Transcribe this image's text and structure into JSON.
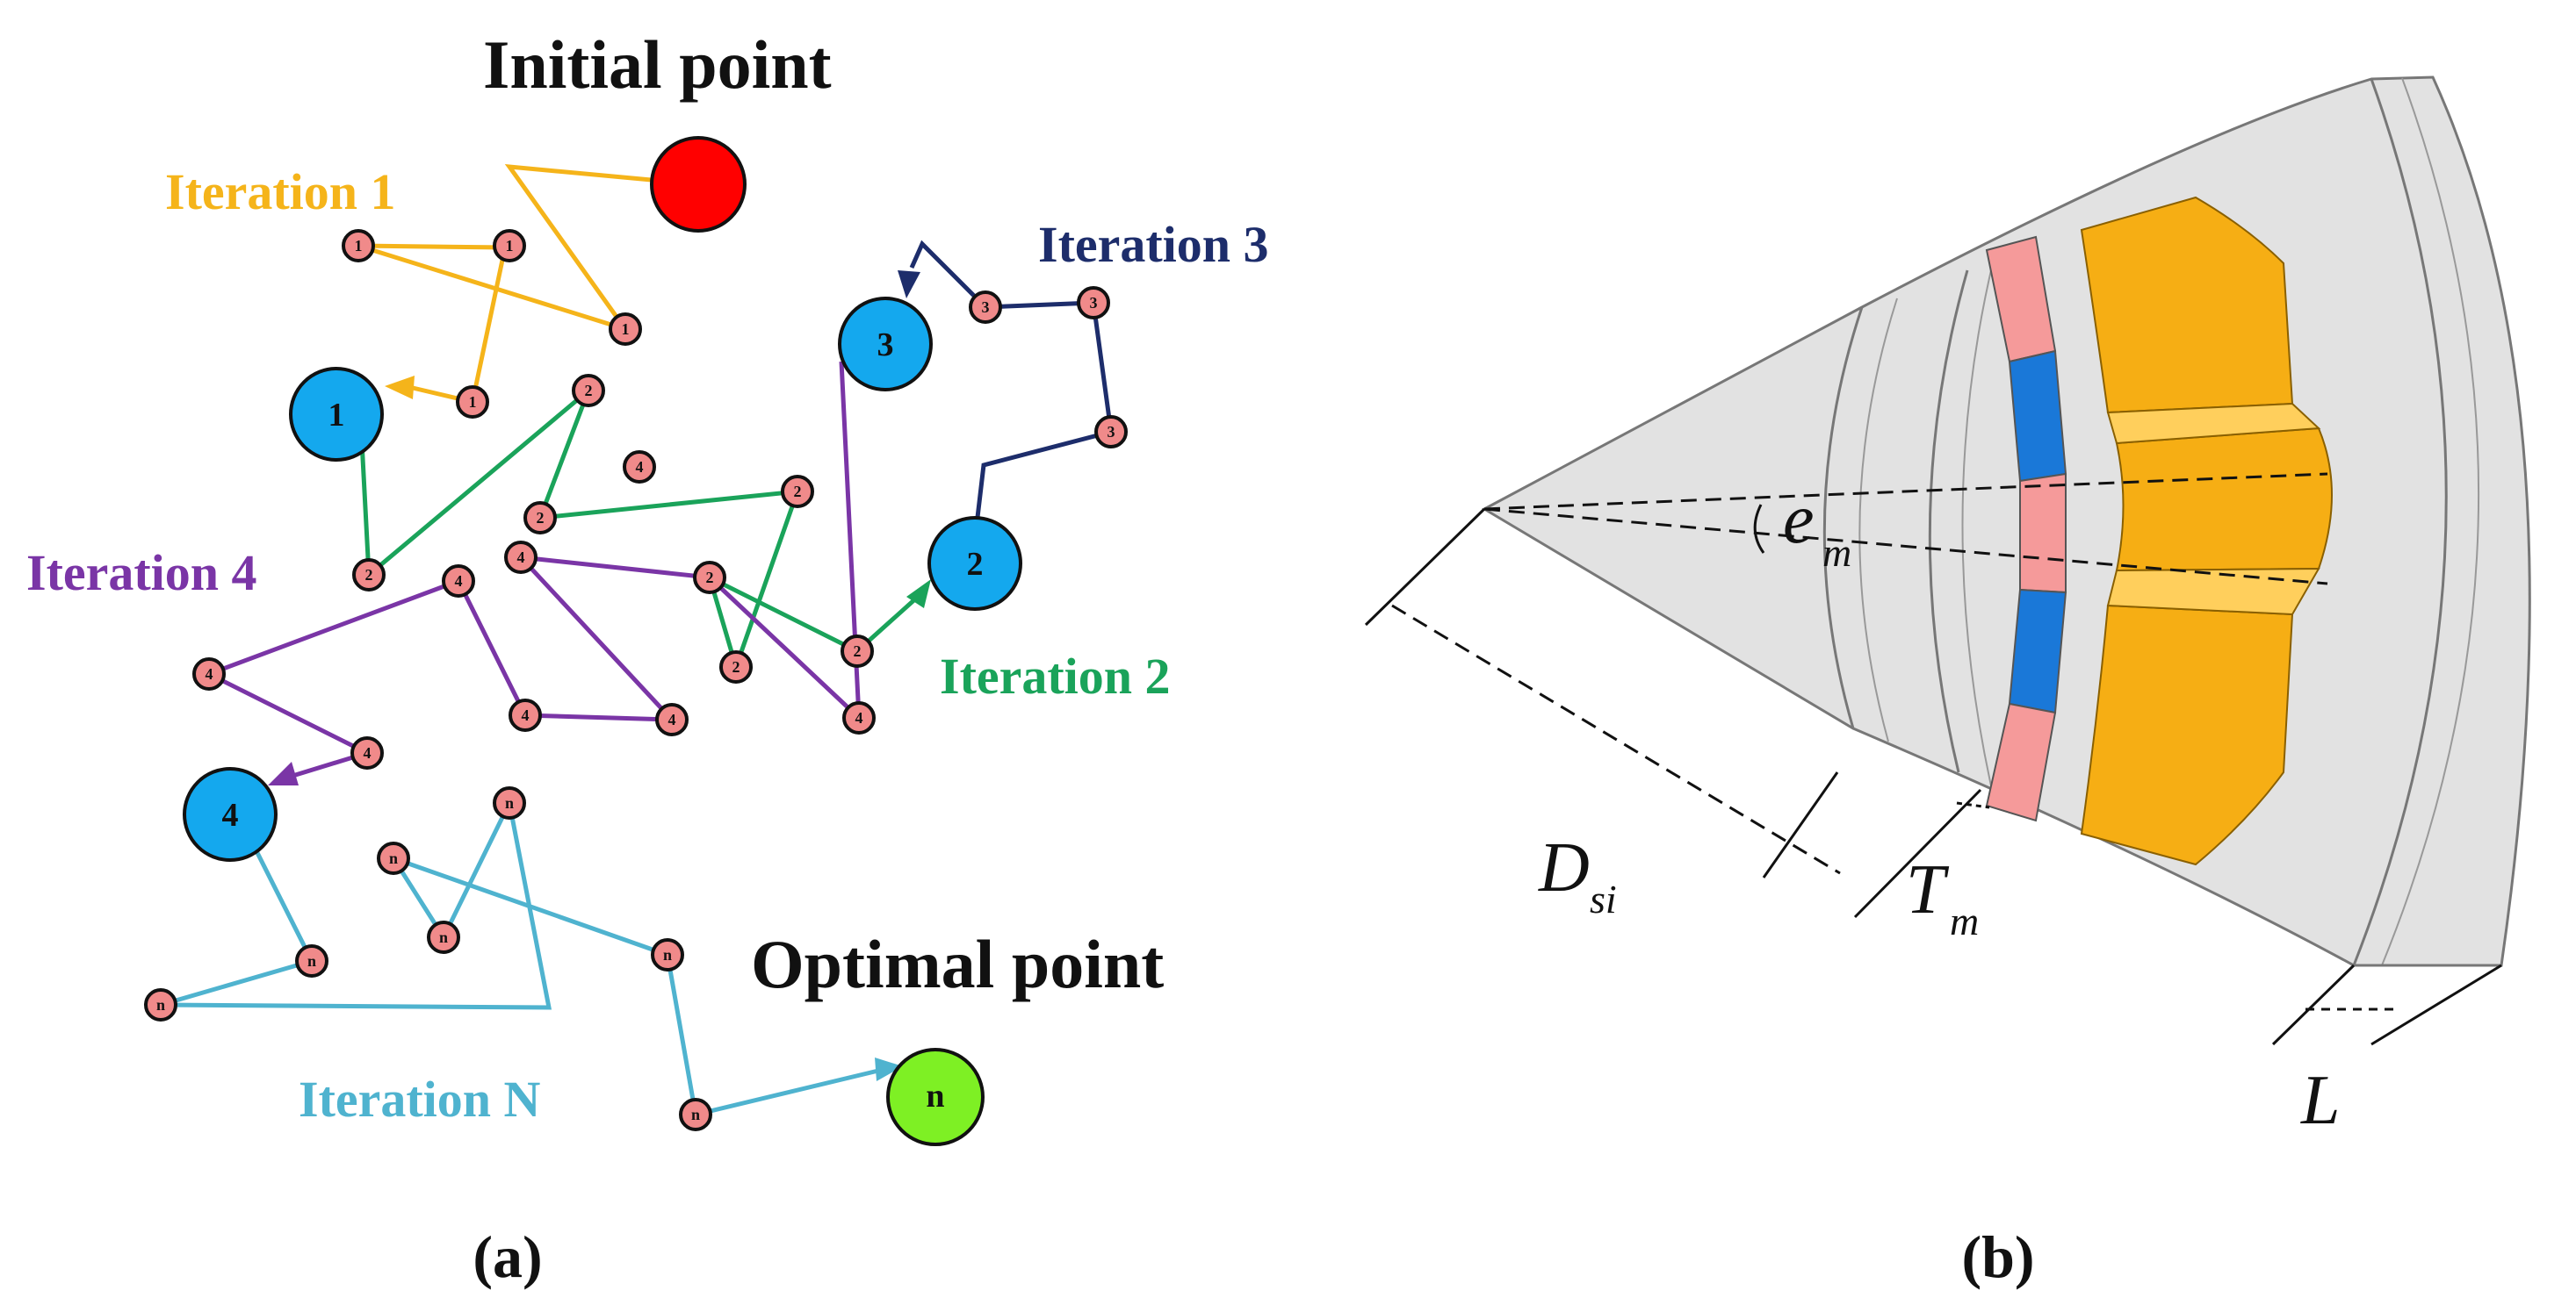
{
  "panel_a": {
    "initial_label": "Initial point",
    "optimal_label": "Optimal point",
    "caption": "(a)",
    "iterations": [
      {
        "label": "Iteration 1",
        "color": "#f5b41a",
        "node_text": "1",
        "end_text": "1"
      },
      {
        "label": "Iteration 2",
        "color": "#1aa35a",
        "node_text": "2",
        "end_text": "2"
      },
      {
        "label": "Iteration 3",
        "color": "#1d2d6b",
        "node_text": "3",
        "end_text": "3"
      },
      {
        "label": "Iteration 4",
        "color": "#7a35a6",
        "node_text": "4",
        "end_text": "4"
      },
      {
        "label": "Iteration N",
        "color": "#4fb3cf",
        "node_text": "n",
        "end_text": "n"
      }
    ],
    "colors": {
      "initial_fill": "#ff0000",
      "optimal_fill": "#7ef024",
      "iteration_end_fill": "#14a8ee",
      "small_node_fill": "#f08a8a"
    }
  },
  "panel_b": {
    "caption": "(b)",
    "dim_D": "D",
    "dim_D_sub": "si",
    "dim_T": "T",
    "dim_T_sub": "m",
    "dim_e": "e",
    "dim_e_sub": "m",
    "dim_L": "L",
    "colors": {
      "gray": "#e2e2e2",
      "magnet_red": "#f59a9a",
      "magnet_blue": "#1a78d8",
      "winding": "#f6ae14"
    }
  }
}
